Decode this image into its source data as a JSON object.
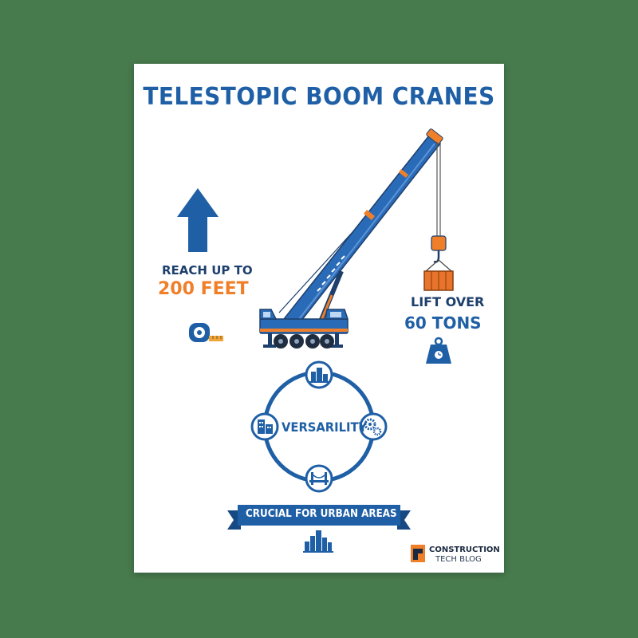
{
  "poster": {
    "title": "TELESTOPIC BOOM CRANES",
    "reach": {
      "line1": "REACH UP TO",
      "line2": "200 FEET"
    },
    "lift": {
      "line1": "LIFT OVER",
      "line2": "60 TONS"
    },
    "versatility": {
      "label": "VERSARILITY"
    },
    "banner": "CRUCIAL FOR URBAN AREAS",
    "brand": {
      "line1": "CONSTRUCTION",
      "line2": "TECH BLOG"
    }
  },
  "colors": {
    "background": "#477a4d",
    "primary_blue": "#1f5fa6",
    "dark_navy": "#1d3f6b",
    "accent_orange": "#f07f2a"
  },
  "icons": [
    "up-arrow-icon",
    "tape-measure-icon",
    "crane-illustration",
    "weight-icon",
    "buildings-icon",
    "city-block-icon",
    "gears-icon",
    "bridge-icon",
    "skyline-icon",
    "brand-logo-icon"
  ]
}
